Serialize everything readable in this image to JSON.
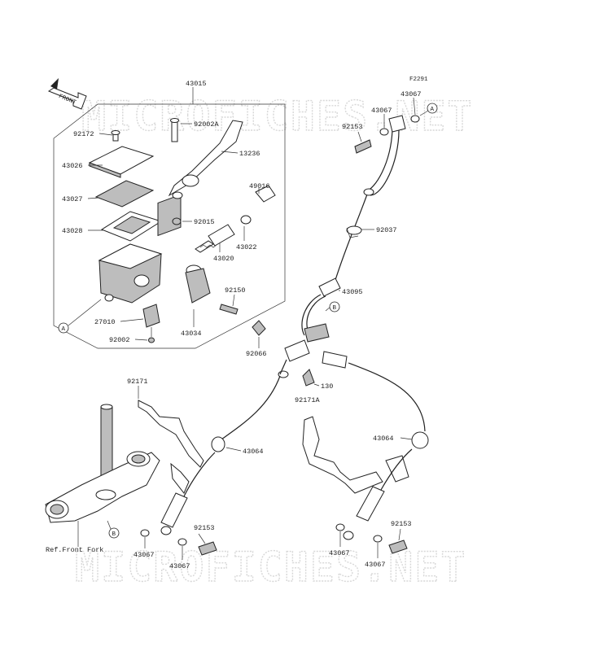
{
  "diagram": {
    "figure_code": "F2291",
    "watermark": "MICROFICHES.NET",
    "front_arrow_label": "FRONT",
    "ref_note": "Ref.Front Fork",
    "labels": {
      "43015": "43015",
      "92172": "92172",
      "92002A": "92002A",
      "13236": "13236",
      "43026": "43026",
      "43027": "43027",
      "92015": "92015",
      "49016": "49016",
      "43028": "43028",
      "43022": "43022",
      "43020": "43020",
      "92150": "92150",
      "27010": "27010",
      "92002": "92002",
      "43034": "43034",
      "92066": "92066",
      "43067_top": "43067",
      "43067_top2": "43067",
      "92153_top": "92153",
      "92037": "92037",
      "43095": "43095",
      "130": "130",
      "92171A": "92171A",
      "92171": "92171",
      "43064_left": "43064",
      "43064_right": "43064",
      "92153_left": "92153",
      "92153_right": "92153",
      "43067_bl1": "43067",
      "43067_bl2": "43067",
      "43067_br1": "43067",
      "43067_br2": "43067"
    },
    "callouts": {
      "a1": "A",
      "a2": "A",
      "b1": "B",
      "b2": "B"
    }
  }
}
